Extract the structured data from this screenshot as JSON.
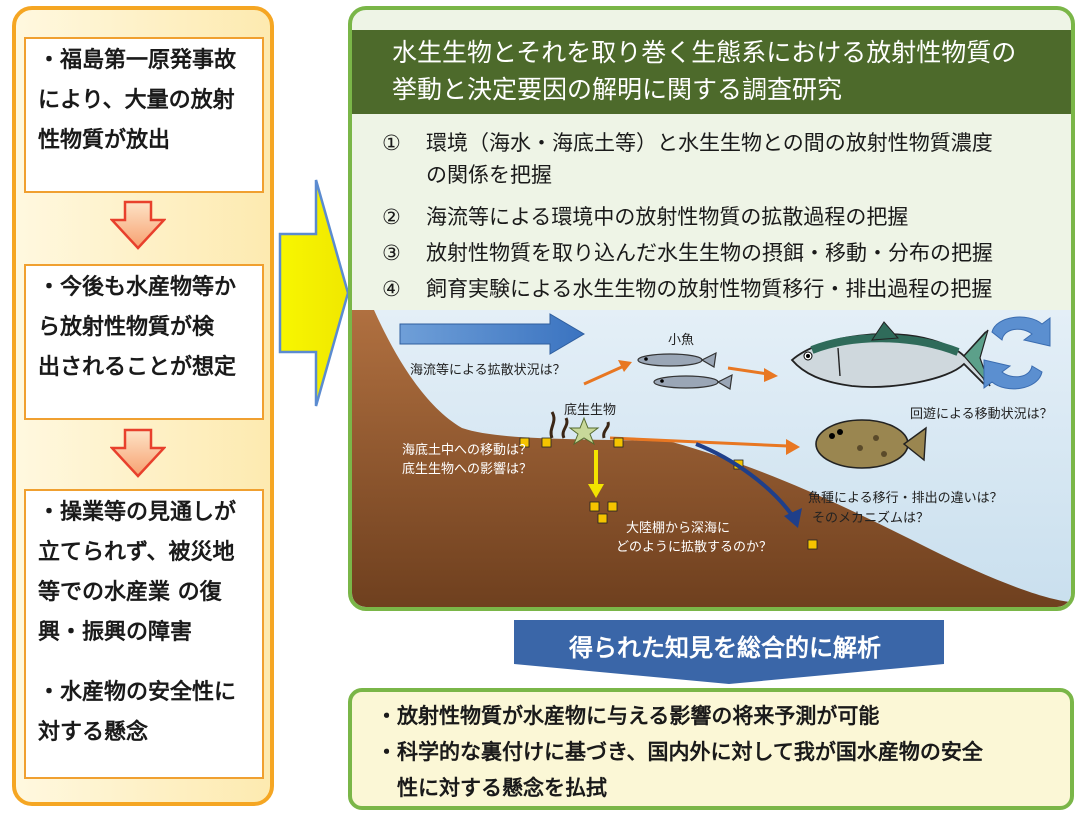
{
  "left": {
    "box1": [
      "・福島第一原発事故",
      "により、大量の放射",
      "性物質が放出"
    ],
    "box2": [
      "・今後も水産物等か",
      "ら放射性物質が検",
      "出されることが想定"
    ],
    "box3": [
      "・操業等の見通しが",
      "立てられず、被災地",
      "等での水産業 の復",
      "興・振興の障害",
      "",
      "・水産物の安全性に",
      "対する懸念"
    ]
  },
  "title": [
    "水生生物とそれを取り巻く生態系における放射性物質の",
    "挙動と決定要因の解明に関する調査研究"
  ],
  "items": [
    {
      "num": "①",
      "text": "環境（海水・海底土等）と水生生物との間の放射性物質濃度"
    },
    {
      "num": "",
      "text": "の関係を把握"
    },
    {
      "num": "②",
      "text": "海流等による環境中の放射性物質の拡散過程の把握"
    },
    {
      "num": "③",
      "text": "放射性物質を取り込んだ水生生物の摂餌・移動・分布の把握"
    },
    {
      "num": "④",
      "text": "飼育実験による水生生物の放射性物質移行・排出過程の把握"
    }
  ],
  "scene": {
    "current_label": "海流等による拡散状況は？",
    "small_fish_label": "小魚",
    "migration_label": "回遊による移動状況は？",
    "benthic_label": "底生生物",
    "sediment_label": [
      "海底土中への移動は？",
      "底生生物への影響は？"
    ],
    "deep_label": [
      "大陸棚から深海に",
      "どのように拡散するのか？"
    ],
    "species_label": [
      "魚種による移行・排出の違いは？",
      "そのメカニズムは？"
    ]
  },
  "analysis_banner": "得られた知見を総合的に解析",
  "conclusions": [
    "・放射性物質が水産物に与える影響の将来予測が可能",
    "・科学的な裏付けに基づき、国内外に対して我が国水産物の安全",
    "　性に対する懸念を払拭"
  ],
  "colors": {
    "left_border": "#f5a623",
    "green_border": "#7ab648",
    "title_band": "#4d6a2b",
    "sea": "#d4e6f2",
    "seabed": "#8a5530",
    "orange_arrow": "#e87722",
    "blue_arrow": "#4a86c8",
    "banner": "#3a66a8",
    "yellow_arrow": "#f3f000"
  }
}
